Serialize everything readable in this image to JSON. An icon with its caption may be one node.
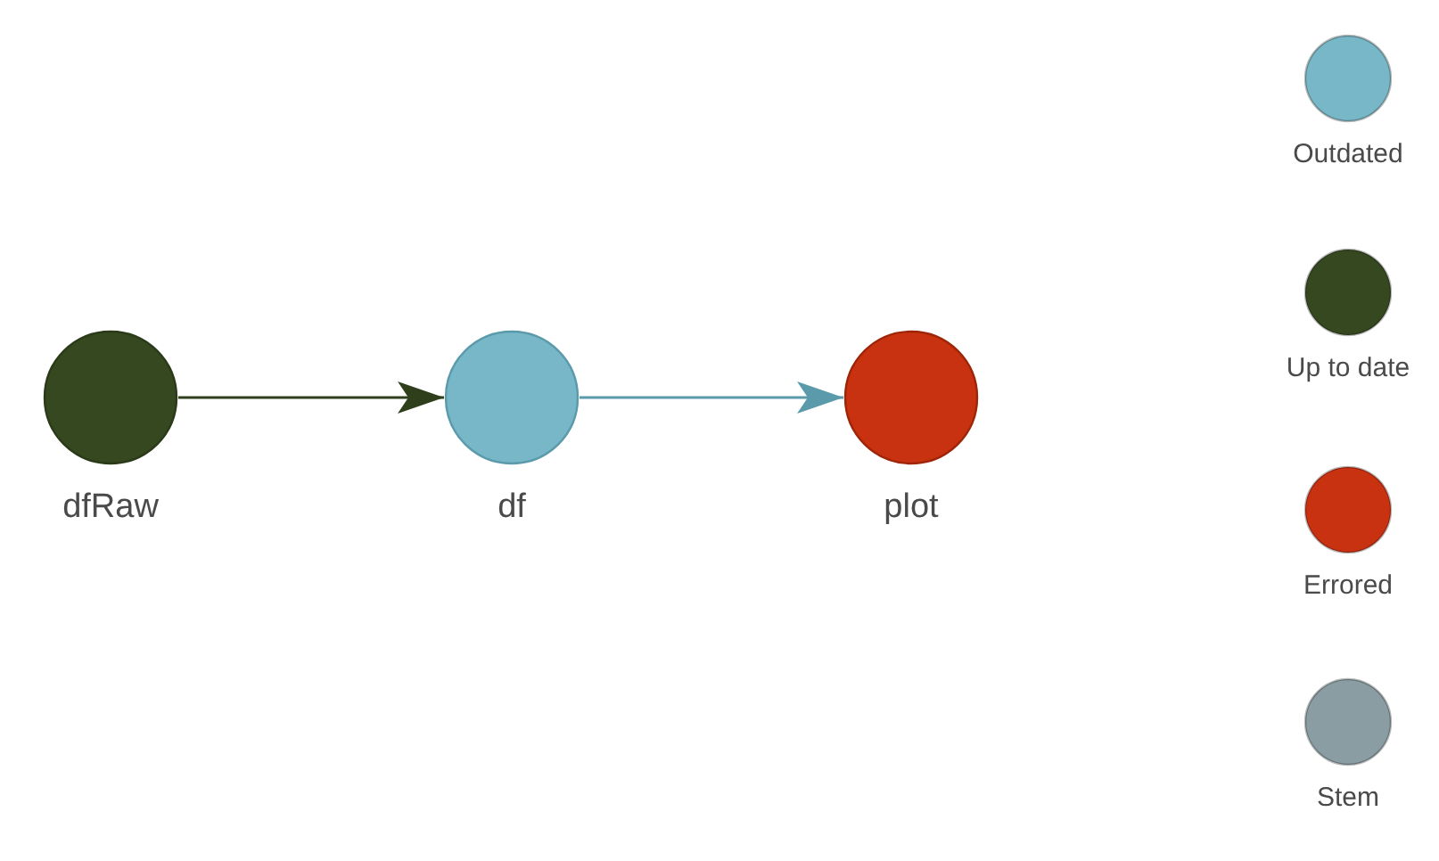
{
  "diagram": {
    "nodes": [
      {
        "text": [
          "dfRaw"
        ]
      },
      {
        "text": [
          "df"
        ]
      },
      {
        "text": [
          "plot"
        ]
      }
    ],
    "edges": [
      {
        "from": 0,
        "to": 1,
        "arrow": "to",
        "color": "#2f3f1c"
      },
      {
        "from": 1,
        "to": 2,
        "arrow": "to",
        "color": "#5a9aab"
      }
    ],
    "legend": [
      {
        "text": "Outdated",
        "color": "#78b7c7"
      },
      {
        "text": "Up to date",
        "color": "#364820"
      },
      {
        "text": "Errored",
        "color": "#c93210"
      },
      {
        "text": "Stem",
        "color": "#899da3"
      }
    ]
  }
}
